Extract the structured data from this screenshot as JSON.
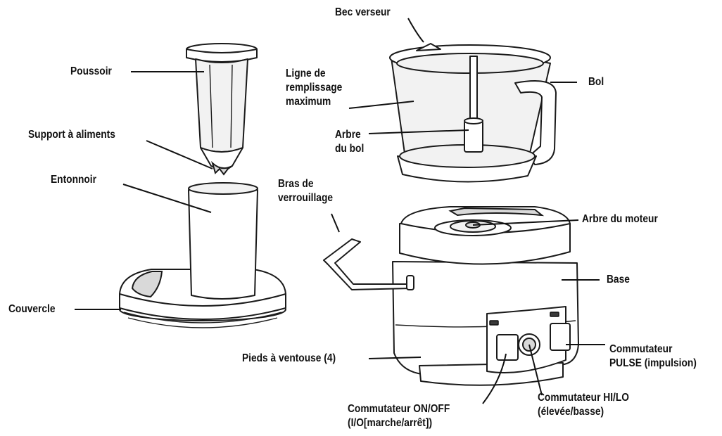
{
  "labels": {
    "bec_verseur": "Bec verseur",
    "poussoir": "Poussoir",
    "ligne_remplissage": [
      "Ligne de",
      "remplissage",
      "maximum"
    ],
    "bol": "Bol",
    "support_aliments": "Support à aliments",
    "arbre_bol": [
      "Arbre",
      "du bol"
    ],
    "entonnoir": "Entonnoir",
    "bras_verrouillage": [
      "Bras de",
      "verrouillage"
    ],
    "arbre_moteur": "Arbre du moteur",
    "base": "Base",
    "couvercle": "Couvercle",
    "pieds_ventouse": "Pieds à ventouse (4)",
    "commutateur_pulse": [
      "Commutateur",
      "PULSE (impulsion)"
    ],
    "commutateur_onoff": [
      "Commutateur ON/OFF",
      "(I/O[marche/arrêt])"
    ],
    "commutateur_hilo": [
      "Commutateur HI/LO",
      "(élevée/basse)"
    ]
  }
}
